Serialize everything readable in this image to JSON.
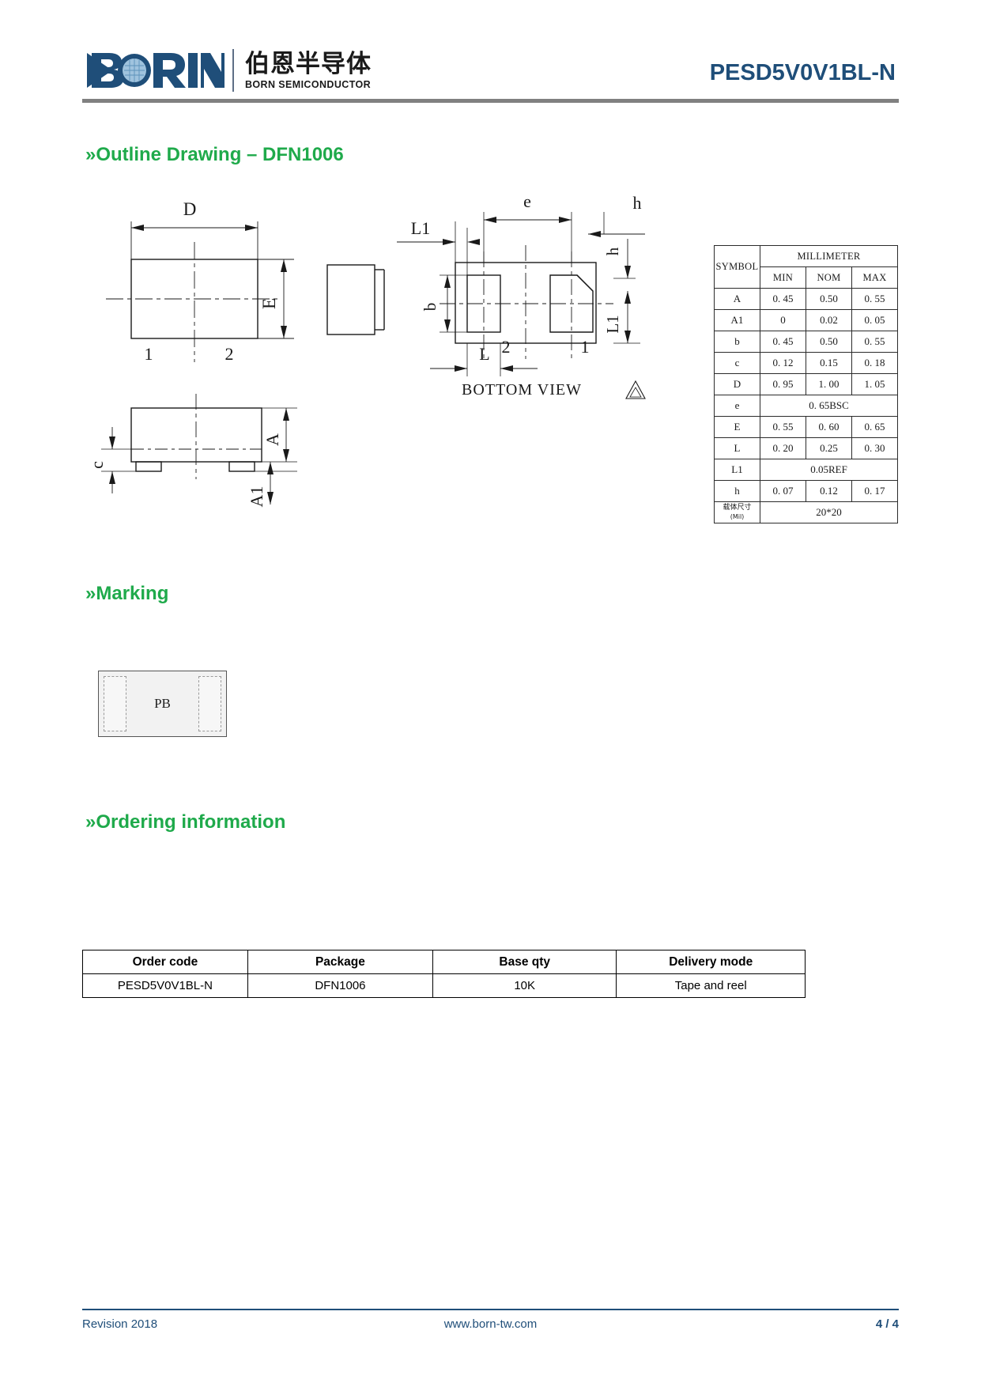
{
  "header": {
    "logo_text": "BORN",
    "logo_cn": "伯恩半导体",
    "logo_en": "BORN SEMICONDUCTOR",
    "part_number": "PESD5V0V1BL-N"
  },
  "sections": {
    "outline": "»Outline Drawing – DFN1006",
    "marking": "»Marking",
    "ordering": "»Ordering information"
  },
  "drawing": {
    "labels": {
      "D": "D",
      "E": "E",
      "A": "A",
      "A1": "A1",
      "c": "c",
      "b": "b",
      "e": "e",
      "h": "h",
      "h2": "h",
      "L": "L",
      "L1": "L1",
      "L1b": "L1",
      "pin1": "1",
      "pin2": "2",
      "bottom_pin1": "1",
      "bottom_pin2": "2",
      "bottom_view": "BOTTOM   VIEW"
    }
  },
  "dim_table": {
    "unit_header": "MILLIMETER",
    "symbol_header": "SYMBOL",
    "columns": [
      "MIN",
      "NOM",
      "MAX"
    ],
    "rows": [
      {
        "symbol": "A",
        "min": "0. 45",
        "nom": "0.50",
        "max": "0. 55",
        "span": false
      },
      {
        "symbol": "A1",
        "min": "0",
        "nom": "0.02",
        "max": "0. 05",
        "span": false
      },
      {
        "symbol": "b",
        "min": "0. 45",
        "nom": "0.50",
        "max": "0. 55",
        "span": false
      },
      {
        "symbol": "c",
        "min": "0. 12",
        "nom": "0.15",
        "max": "0. 18",
        "span": false
      },
      {
        "symbol": "D",
        "min": "0. 95",
        "nom": "1. 00",
        "max": "1. 05",
        "span": false
      },
      {
        "symbol": "e",
        "value": "0. 65BSC",
        "span": true
      },
      {
        "symbol": "E",
        "min": "0. 55",
        "nom": "0. 60",
        "max": "0. 65",
        "span": false
      },
      {
        "symbol": "L",
        "min": "0. 20",
        "nom": "0.25",
        "max": "0. 30",
        "span": false
      },
      {
        "symbol": "L1",
        "value": "0.05REF",
        "span": true
      },
      {
        "symbol": "h",
        "min": "0. 07",
        "nom": "0.12",
        "max": "0. 17",
        "span": false
      },
      {
        "symbol": "载体尺寸",
        "symbol_sub": "(Mil)",
        "value": "20*20",
        "span": true
      }
    ]
  },
  "marking": {
    "code": "PB"
  },
  "ordering": {
    "headers": [
      "Order code",
      "Package",
      "Base qty",
      "Delivery mode"
    ],
    "rows": [
      [
        "PESD5V0V1BL-N",
        "DFN1006",
        "10K",
        "Tape and reel"
      ]
    ]
  },
  "footer": {
    "revision": "Revision   2018",
    "url": "www.born-tw.com",
    "page": "4 / 4"
  },
  "colors": {
    "brand_blue": "#1f4e79",
    "heading_green": "#1faa4b",
    "rule_grey": "#808080"
  }
}
